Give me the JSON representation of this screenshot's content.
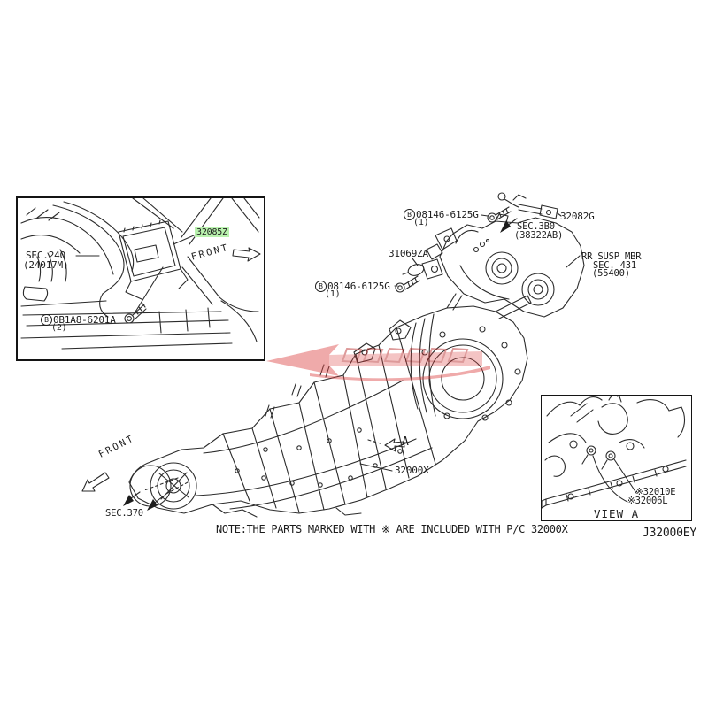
{
  "page": {
    "note": "NOTE:THE PARTS MARKED WITH ※ ARE INCLUDED WITH P/C 32000X",
    "diagram_code": "J32000EY"
  },
  "inset": {
    "sec240": "SEC.240",
    "sec240_ref": "(24017M)",
    "part_32085z": "32085Z",
    "front_label": "FRONT",
    "bolt_circle": "B",
    "bolt_number": "0B1A8-6201A",
    "bolt_qty": "(2)"
  },
  "top_right": {
    "bolt1_circle": "B",
    "bolt1_number": "08146-6125G",
    "bolt1_qty": "(1)",
    "part_32082g": "32082G",
    "sec_3b0": "SEC.3B0",
    "sec_3b0_ref": "(38322AB)",
    "part_31069za": "31069ZA",
    "bolt2_circle": "B",
    "bolt2_number": "08146-6125G",
    "bolt2_qty": "(1)",
    "rr_susp_mbr": "RR SUSP MBR",
    "rr_susp_sec": "SEC. 431",
    "rr_susp_ref": "(55400)"
  },
  "main": {
    "view_marker": "A",
    "part_32000x": "32000X",
    "front_label": "FRONT",
    "sec_370": "SEC.370"
  },
  "view_a": {
    "part_32010e": "※32010E",
    "part_32006l": "※32006L",
    "caption": "VIEW A"
  },
  "colors": {
    "highlight_green": "#b9f2ae",
    "watermark_red": "#dd4444",
    "line": "#2b2b2b"
  }
}
